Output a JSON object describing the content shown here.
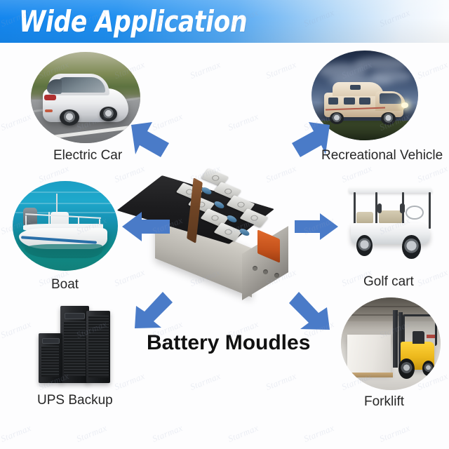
{
  "header": {
    "title": "Wide Application",
    "bg_color_left": "#1486ee",
    "bg_color_right": "#fdfeff",
    "text_color": "#ffffff"
  },
  "center": {
    "heading": "Battery Moudles",
    "product_name": "battery-module",
    "product_colors": {
      "case": "#b8b5ae",
      "top": "#1d1d1f",
      "cells": "#d9d9d6",
      "busbar": "#6e4425",
      "connector": "#4d7fa6",
      "terminal": "#c4521c"
    }
  },
  "arrow_color": "#4a7bc8",
  "applications": [
    {
      "label": "Electric Car",
      "icon": "electric-car-photo",
      "arrow": "arrow-up-left",
      "position": "top-left"
    },
    {
      "label": "Recreational Vehicle",
      "icon": "recreational-vehicle-photo",
      "arrow": "arrow-up-right",
      "position": "top-right"
    },
    {
      "label": "Boat",
      "icon": "boat-photo",
      "arrow": "arrow-left",
      "position": "middle-left"
    },
    {
      "label": "Golf cart",
      "icon": "golf-cart-photo",
      "arrow": "arrow-right",
      "position": "middle-right"
    },
    {
      "label": "UPS Backup",
      "icon": "ups-backup-photo",
      "arrow": "arrow-down-left",
      "position": "bottom-left"
    },
    {
      "label": "Forklift",
      "icon": "forklift-photo",
      "arrow": "arrow-down-right",
      "position": "bottom-right"
    }
  ],
  "watermark": {
    "text": "Starmax",
    "color": "#9aa6c4"
  }
}
